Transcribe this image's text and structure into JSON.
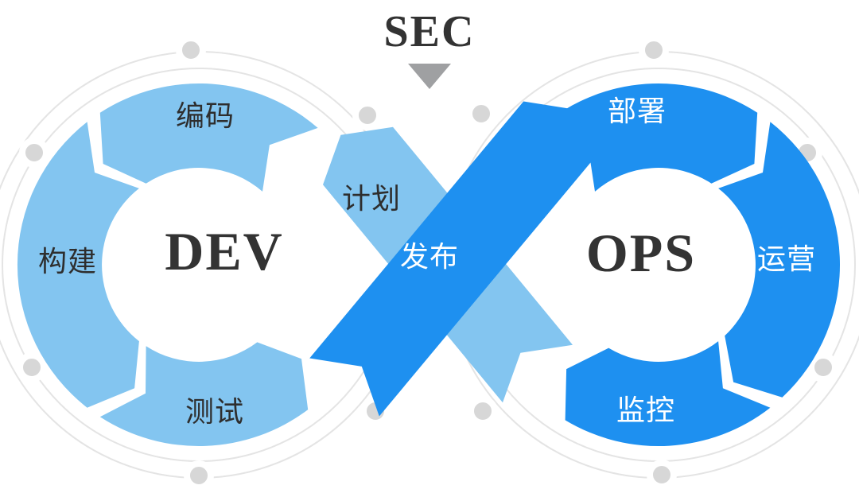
{
  "labels": {
    "sec": "SEC",
    "dev": "DEV",
    "ops": "OPS",
    "plan": "计划",
    "code": "编码",
    "build": "构建",
    "test": "测试",
    "release": "发布",
    "deploy": "部署",
    "operate": "运营",
    "monitor": "监控"
  },
  "colors": {
    "background": "#ffffff",
    "light_blue": "#83C5F0",
    "dark_blue": "#1E90F0",
    "dot_gray": "#D7D7D7",
    "line_gray": "#E4E4E4",
    "arrow_gray": "#9FA0A2",
    "text_dark": "#2e2e2e",
    "text_light": "#ffffff"
  }
}
